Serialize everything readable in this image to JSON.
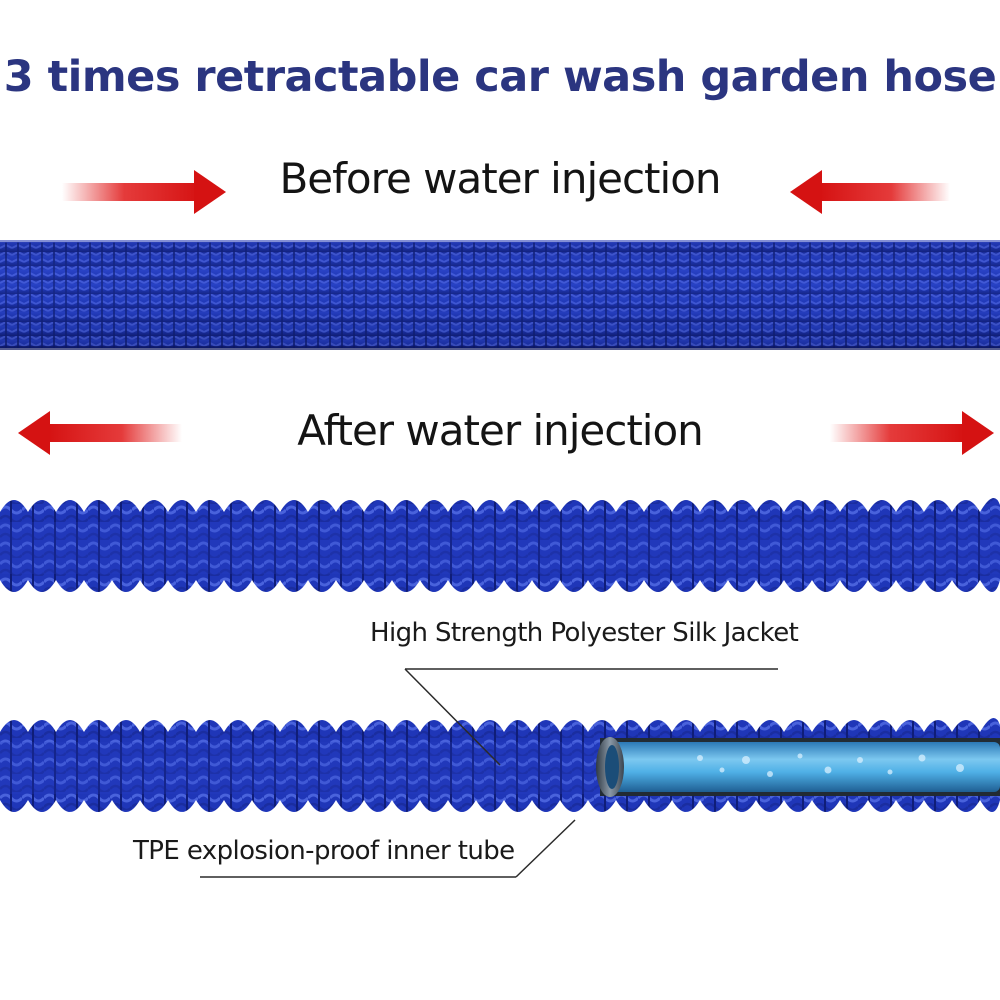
{
  "title": "3 times retractable car wash garden hose",
  "before": {
    "label": "Before water injection"
  },
  "after": {
    "label": "After water injection"
  },
  "callouts": {
    "jacket": "High Strength Polyester Silk Jacket",
    "tube": "TPE explosion-proof inner tube"
  },
  "colors": {
    "title": "#2b3580",
    "hose_blue": "#1f36b8",
    "hose_dark": "#0f1d78",
    "arrow_red": "#e01818",
    "inner_tube": "#4fb0e6"
  },
  "icons": {
    "before_left_arrow": "arrow-right-icon",
    "before_right_arrow": "arrow-left-icon",
    "after_left_arrow": "arrow-left-icon",
    "after_right_arrow": "arrow-right-icon"
  }
}
